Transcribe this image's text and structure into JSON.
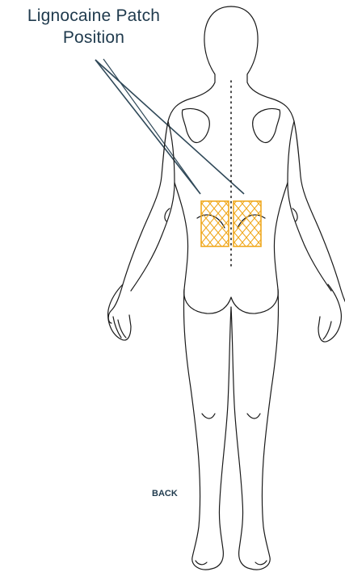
{
  "callout": {
    "line1": "Lignocaine Patch",
    "line2": "Position"
  },
  "view_label": "BACK",
  "colors": {
    "outline": "#1a1a1a",
    "leader": "#2f4858",
    "patch": "#f0a81e",
    "text": "#1f3a4d"
  },
  "patches": [
    {
      "name": "left-lumbar-patch",
      "count_hint": "patch"
    },
    {
      "name": "right-lumbar-patch",
      "count_hint": "patch"
    }
  ]
}
